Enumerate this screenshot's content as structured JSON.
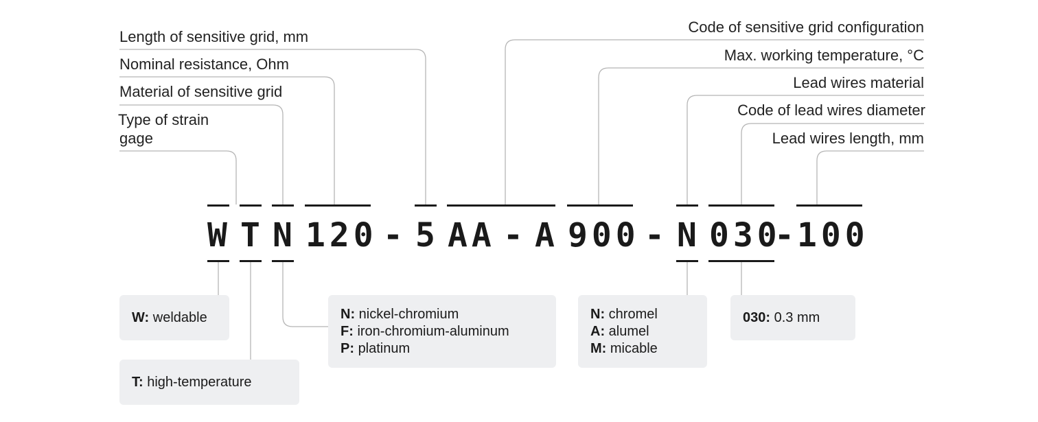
{
  "labels_left": {
    "length": "Length of sensitive grid, mm",
    "resistance": "Nominal resistance, Ohm",
    "material": "Material of sensitive grid",
    "type_line1": "Type of strain",
    "type_line2": "gage"
  },
  "labels_right": {
    "config": "Code of sensitive grid configuration",
    "max_temp": "Max. working temperature, °C",
    "lead_material": "Lead wires material",
    "lead_diameter": "Code of lead wires diameter",
    "lead_length": "Lead wires length, mm"
  },
  "code": {
    "w": "W",
    "t": "T",
    "n1": "N",
    "res": "120",
    "dash1": "-",
    "len": "5",
    "cfg": "AA",
    "dash2": "-",
    "a": "A",
    "temp": "900",
    "dash3": "-",
    "n2": "N",
    "dia": "030",
    "dash4": "-",
    "leadlen": "100"
  },
  "boxes": {
    "weldable": {
      "key": "W:",
      "desc": "weldable"
    },
    "hightemp": {
      "key": "T:",
      "desc": "high-temperature"
    },
    "grid_materials": [
      {
        "key": "N:",
        "desc": "nickel-chromium"
      },
      {
        "key": "F:",
        "desc": "iron-chromium-aluminum"
      },
      {
        "key": "P:",
        "desc": "platinum"
      }
    ],
    "lead_materials": [
      {
        "key": "N:",
        "desc": "chromel"
      },
      {
        "key": "A:",
        "desc": "alumel"
      },
      {
        "key": "M:",
        "desc": "micable"
      }
    ],
    "diameter": {
      "key": "030:",
      "desc": "0.3 mm"
    }
  },
  "colors": {
    "line": "#b5b5b5",
    "bar": "#1a1a1a",
    "box_bg": "#eeeff1"
  }
}
